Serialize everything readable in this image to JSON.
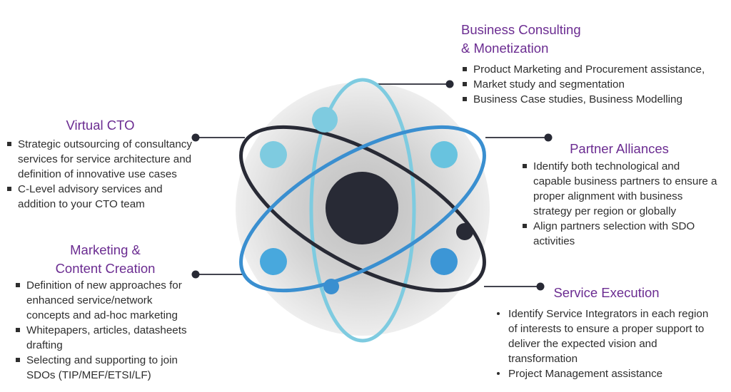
{
  "colors": {
    "title": "#6b2c91",
    "text": "#2e2e2e",
    "nucleus": "#282a35",
    "orbit_dark": "#282a35",
    "orbit_light": "#7ecbe0",
    "orbit_blue": "#3a8fd0",
    "glow": "#dcdcdc"
  },
  "sections": {
    "business": {
      "title": "Business Consulting\n& Monetization",
      "items": [
        "Product Marketing and Procurement assistance,",
        "Market study and segmentation",
        "Business Case studies, Business Modelling"
      ]
    },
    "virtual_cto": {
      "title": "Virtual CTO",
      "items": [
        "Strategic outsourcing of consultancy services for service architecture and definition of innovative use cases",
        "C-Level advisory services  and addition to your CTO team"
      ]
    },
    "partner": {
      "title": "Partner Alliances",
      "items": [
        "Identify both technological and capable business partners to ensure a proper alignment with business strategy per region or globally",
        "Align partners selection with SDO activities"
      ]
    },
    "marketing": {
      "title": "Marketing &\nContent Creation",
      "items": [
        "Definition of new approaches for enhanced service/network concepts and ad-hoc marketing",
        "Whitepapers, articles, datasheets drafting",
        "Selecting and supporting to join SDOs (TIP/MEF/ETSI/LF)"
      ]
    },
    "service": {
      "title": "Service Execution",
      "items": [
        "Identify Service Integrators in each region of interests to ensure a proper support to deliver the expected vision and transformation",
        "Project Management assistance"
      ]
    }
  }
}
